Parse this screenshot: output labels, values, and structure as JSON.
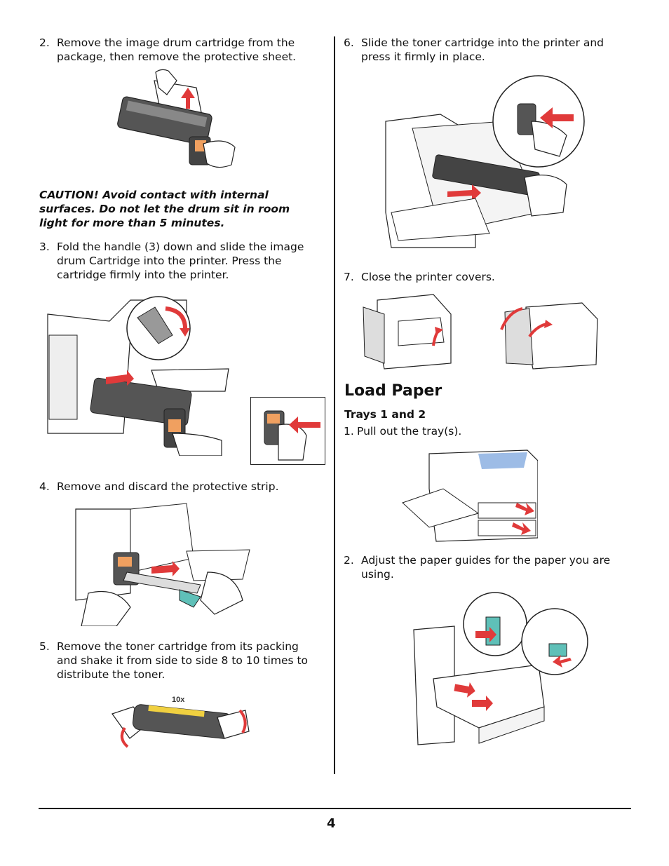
{
  "left_column": {
    "step2": {
      "num": "2.",
      "text": "Remove the image drum cartridge from the\npackage, then remove the protective sheet."
    },
    "caution": "CAUTION! Avoid contact with internal\nsurfaces. Do not let the drum sit in room\nlight for more than 5 minutes.",
    "step3": {
      "num": "3.",
      "text": "Fold the handle (3) down and slide the image\ndrum Cartridge into the printer. Press the\ncartridge firmly into the printer."
    },
    "step4": {
      "num": "4.",
      "text": "Remove and discard the protective strip."
    },
    "step5": {
      "num": "5.",
      "text": "Remove the toner cartridge from its packing\nand shake it from side to side 8 to 10 times to\ndistribute the toner."
    },
    "shake_count_label": "10x"
  },
  "right_column": {
    "step6": {
      "num": "6.",
      "text": "Slide the toner cartridge into the printer and\npress it firmly in place."
    },
    "step7": {
      "num": "7.",
      "text": "Close the printer covers."
    },
    "section_title": "Load Paper",
    "subsection_title": "Trays 1 and 2",
    "tray_step1": {
      "num": "1.",
      "text": "Pull out the tray(s)."
    },
    "tray_step2": {
      "num": "2.",
      "text": "Adjust the paper guides for the paper you are\nusing."
    }
  },
  "footer": {
    "page_number": "4"
  },
  "colors": {
    "arrow": "#e03a3a",
    "orange": "#f0a060",
    "blue": "#5b8fd6",
    "teal": "#5fc0b8",
    "line": "#222222"
  }
}
